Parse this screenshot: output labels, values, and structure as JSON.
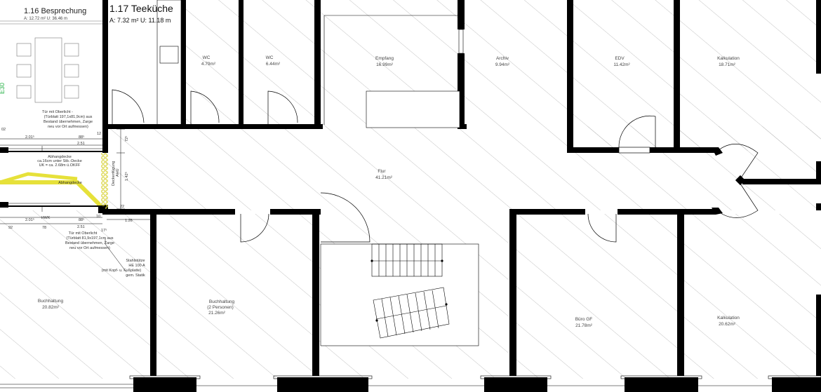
{
  "header": {
    "room_116_title": "1.16 Besprechung",
    "room_116_area": "A: 12.72 m²   U: 36.46 m",
    "room_117_title": "1.17 Teeküche",
    "room_117_area": "A: 7.32 m²  U: 11.18 m"
  },
  "rooms": {
    "wc1_name": "WC",
    "wc1_area": "4.79m²",
    "wc2_name": "WC",
    "wc2_area": "6.44m²",
    "empfang_name": "Empfang",
    "empfang_area": "16.99m²",
    "archiv_name": "Archiv",
    "archiv_area": "9.94m²",
    "edv_name": "EDV",
    "edv_area": "11.42m²",
    "kalk1_name": "Kalkulation",
    "kalk1_area": "18.71m²",
    "flur_name": "Flur",
    "flur_area": "41.21m²",
    "buch1_name": "Buchhaltung",
    "buch1_area": "20.82m²",
    "buch2_name": "Buchhaltung",
    "buch2_persons": "(2 Personen)",
    "buch2_area": "21.26m²",
    "buero_name": "Büro GF",
    "buero_area": "21.78m²",
    "kalk2_name": "Kalkulation",
    "kalk2_area": "20.62m²"
  },
  "annotations": {
    "door_top_1": "Tür mit Oberlicht -",
    "door_top_2": "(Türblatt 197,1x81,9cm) aus",
    "door_top_3": "Bestand übernehmen, Zarge",
    "door_top_4": "neu vor Ort aufmessen)",
    "ceiling_1": "Abhangdecke",
    "ceiling_2": "ca.16cm unter Stb.-Decke",
    "ceiling_3": "UK = ca. 2.68m ü.OKFF",
    "door_bot_1": "Tür mit Oberlicht",
    "door_bot_2": "(Türblatt 81,9x197,1cm aus",
    "door_bot_3": "Bestand übernehmen, Zarge",
    "door_bot_4": "neu vor Ort aufmessen)",
    "column_1": "Stahlstütze",
    "column_2": "HE 100 A",
    "column_3": "(mit Kopf- u. Fußplatte)",
    "column_4": "gem. Statik",
    "hwk": "HWK",
    "vertical_1": "Deckenfügung",
    "vertical_2": "AHU",
    "e30": "E30",
    "abhang_label": "Abhangdecke"
  },
  "dimensions": {
    "d_02": "02",
    "d_201a": "2.01⁵",
    "d_88a": "88⁵",
    "d_251a": "2.51",
    "d_12": "12",
    "d_72": "72⁵",
    "d_142": "1.42⁵",
    "d_22": "22",
    "d_126": "1.26",
    "d_201b": "2.01⁵",
    "d_88b": "88⁵",
    "d_92": "92",
    "d_78": "78",
    "d_251b": "2.51",
    "d_17": "17⁵",
    "d_10": "10"
  },
  "colors": {
    "wall": "#000000",
    "hatch": "#9a9a9a",
    "highlight": "#e6e13a",
    "green": "#2bb34a"
  }
}
